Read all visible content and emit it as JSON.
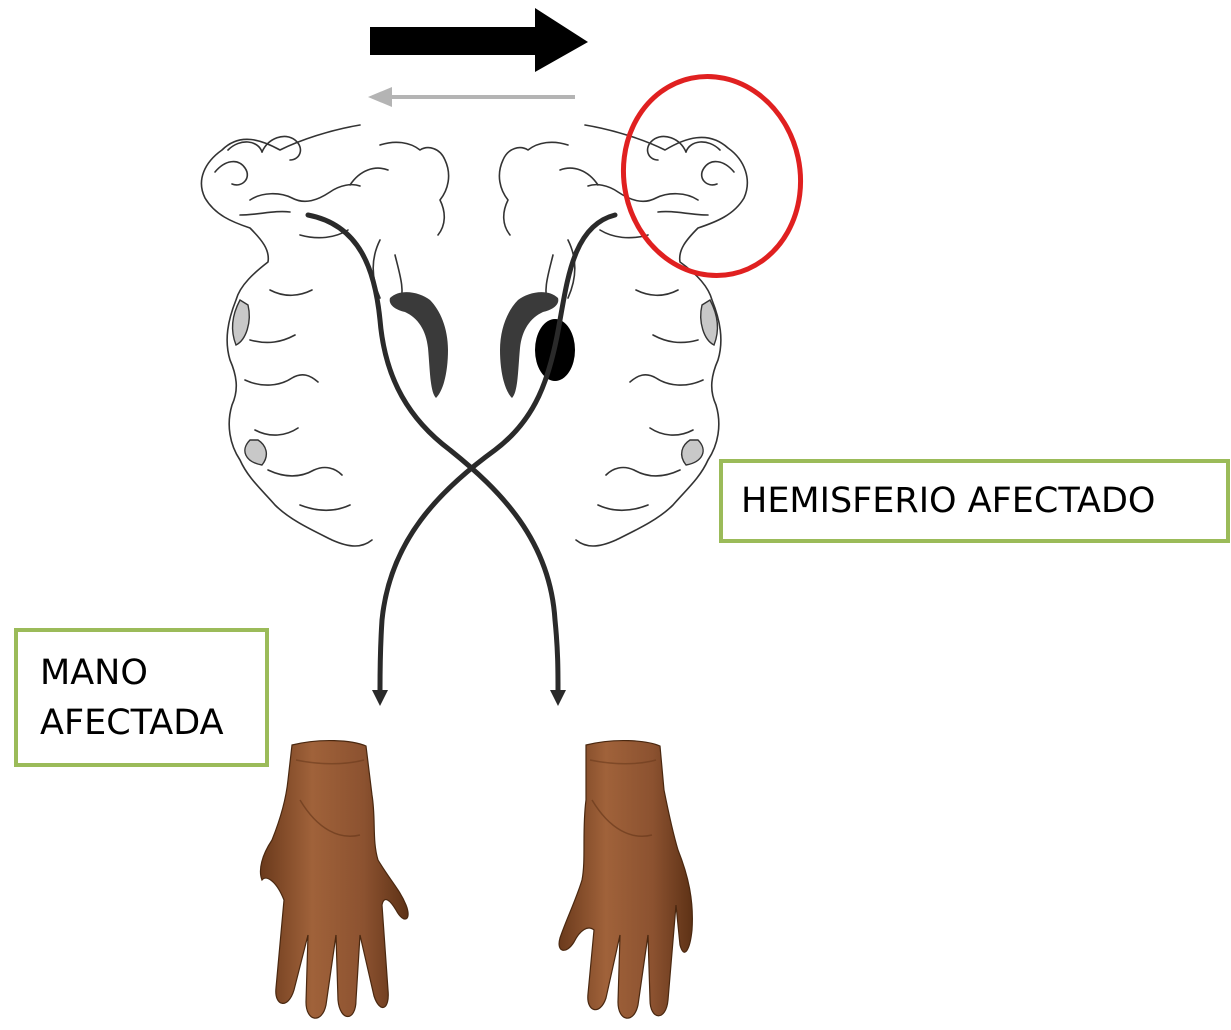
{
  "labels": {
    "affected_hemisphere": "HEMISFERIO AFECTADO",
    "affected_hand_line1": "MANO",
    "affected_hand_line2": "AFECTADA"
  },
  "colors": {
    "label_border": "#9bbb59",
    "highlight_circle": "#e02020",
    "pathway": "#2a2a2a",
    "lesion": "#000000",
    "ventricle": "#3a3a3a",
    "brain_outline": "#333333",
    "insula_fill": "#c8c8c8",
    "big_arrow": "#000000",
    "small_arrow": "#b4b4b4",
    "hand_skin": "#9a5a32",
    "hand_shadow": "#6b3a1c"
  },
  "icons": {
    "big_arrow": "arrow-right-thick-icon",
    "small_arrow": "arrow-left-thin-icon"
  }
}
